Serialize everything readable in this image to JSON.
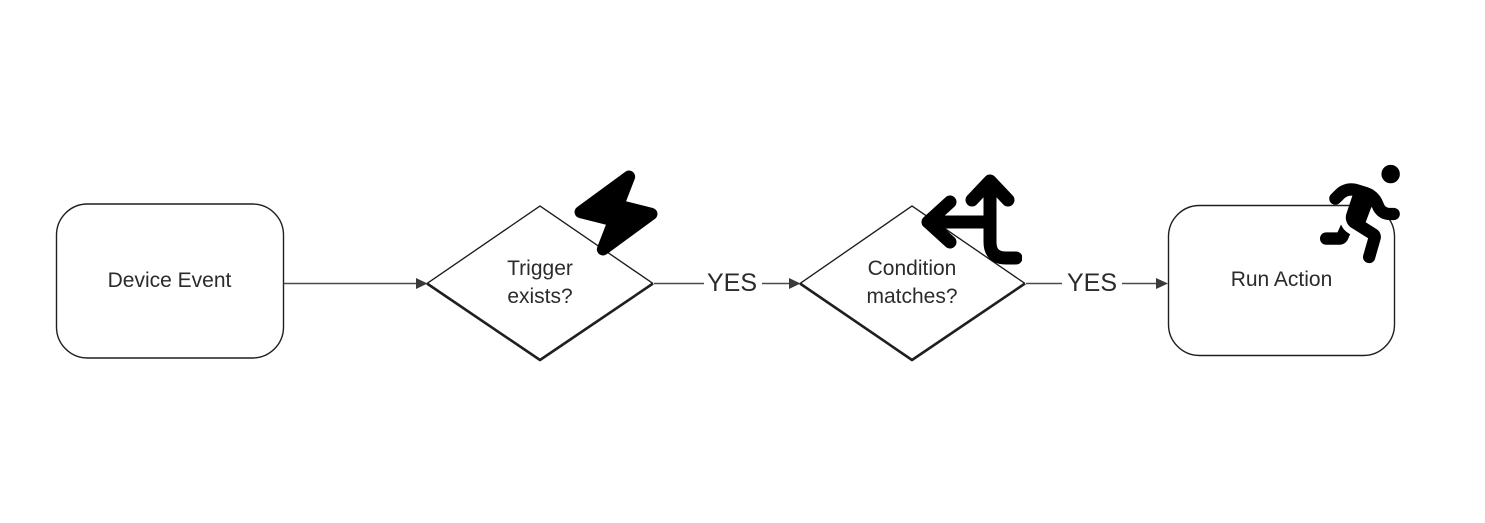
{
  "diagram": {
    "type": "flowchart",
    "background": "#ffffff",
    "colors": {
      "shape_stroke": "#1f1f1f",
      "edge_line": "#4a4a4a",
      "arrowhead": "#3a3a3a",
      "label_text": "#2b2b2b",
      "icon_fill": "#000000"
    },
    "nodes": [
      {
        "id": "device-event",
        "shape": "rounded-rectangle",
        "label": "Device Event"
      },
      {
        "id": "trigger-exists",
        "shape": "diamond",
        "label": "Trigger exists?",
        "label_lines": [
          "Trigger",
          "exists?"
        ],
        "icon": "lightning-bolt-icon"
      },
      {
        "id": "condition-matches",
        "shape": "diamond",
        "label": "Condition matches?",
        "label_lines": [
          "Condition",
          "matches?"
        ],
        "icon": "split-arrows-icon"
      },
      {
        "id": "run-action",
        "shape": "rounded-rectangle",
        "label": "Run Action",
        "icon": "person-running-icon"
      }
    ],
    "edges": [
      {
        "from": "device-event",
        "to": "trigger-exists",
        "label": ""
      },
      {
        "from": "trigger-exists",
        "to": "condition-matches",
        "label": "YES"
      },
      {
        "from": "condition-matches",
        "to": "run-action",
        "label": "YES"
      }
    ]
  }
}
